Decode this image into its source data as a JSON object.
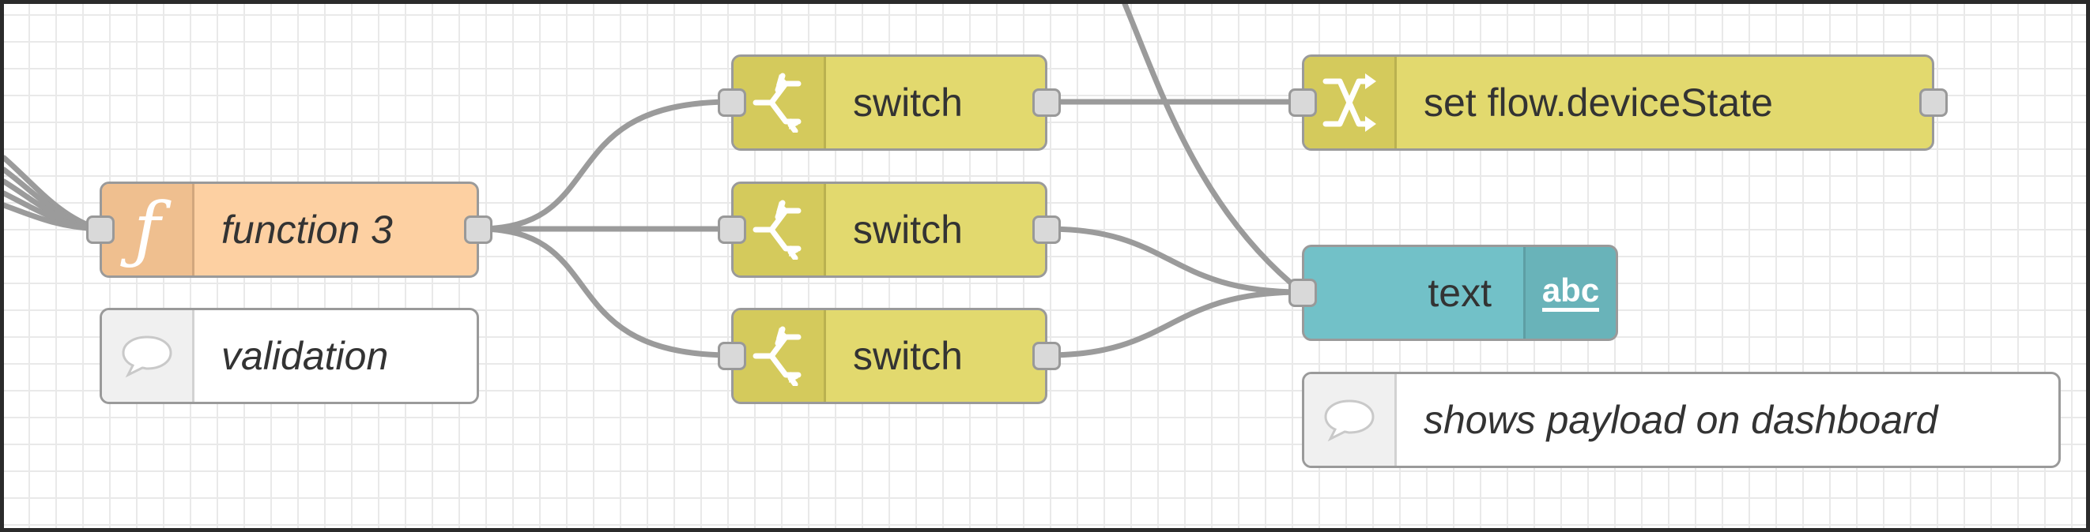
{
  "colors": {
    "switch": "#e2d96e",
    "change": "#e2d96e",
    "function": "#fdd0a2",
    "comment": "#ffffff",
    "dashboard_text": "#72c1c8",
    "wire": "#999999"
  },
  "nodes": {
    "function": {
      "label": "function 3",
      "icon": "function-icon"
    },
    "comment_validation": {
      "label": "validation",
      "icon": "speech-bubble-icon"
    },
    "switch_1": {
      "label": "switch",
      "icon": "switch-icon"
    },
    "switch_2": {
      "label": "switch",
      "icon": "switch-icon"
    },
    "switch_3": {
      "label": "switch",
      "icon": "switch-icon"
    },
    "change": {
      "label": "set flow.deviceState",
      "icon": "shuffle-icon"
    },
    "text": {
      "label": "text",
      "icon": "abc-icon",
      "icon_text": "abc"
    },
    "comment_dashboard": {
      "label": "shows payload on dashboard",
      "icon": "speech-bubble-icon"
    }
  }
}
